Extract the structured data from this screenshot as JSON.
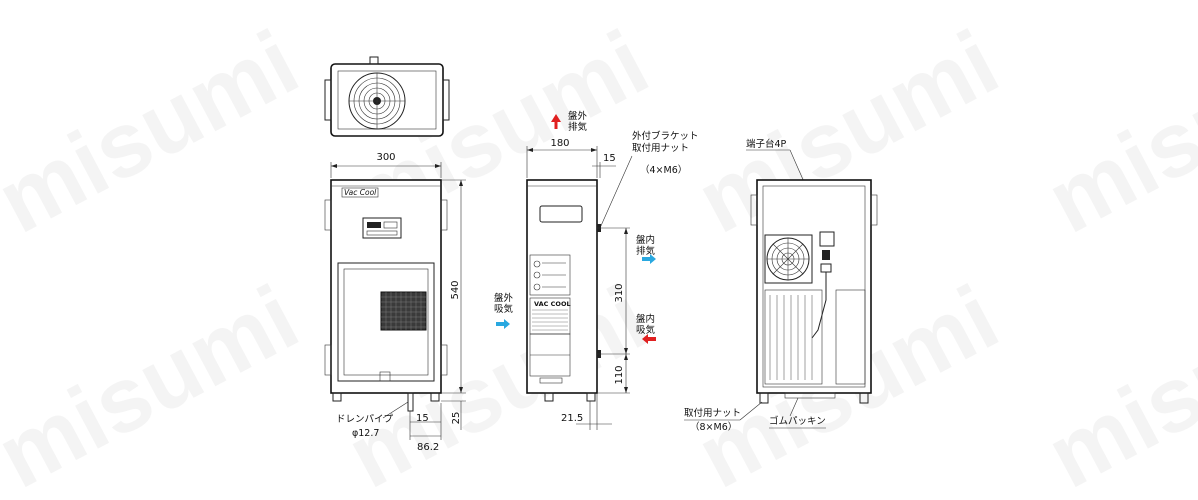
{
  "watermark": "misumi",
  "front": {
    "width_dim": "300",
    "height_dim": "540",
    "brand_label": "Vac Cool",
    "drain_label": "ドレンパイプ",
    "drain_size": "φ12.7",
    "dim_15": "15",
    "dim_25": "25",
    "dim_86_2": "86.2"
  },
  "side": {
    "depth_dim": "180",
    "bracket_dim": "15",
    "upper_dim": "310",
    "lower_dim": "110",
    "bottom_dim": "21.5",
    "top_exhaust": [
      "盤外",
      "排気"
    ],
    "outside_intake": [
      "盤外",
      "吸気"
    ],
    "inside_exhaust": [
      "盤内",
      "排気"
    ],
    "inside_intake": [
      "盤内",
      "吸気"
    ],
    "bracket_note": [
      "外付ブラケット",
      "取付用ナット",
      "（4×M6）"
    ],
    "plate_label": "VAC COOL"
  },
  "back": {
    "terminal_label": "端子台4P",
    "nut_label": "取付用ナット",
    "nut_size": "（8×M6）",
    "gasket_label": "ゴムパッキン"
  },
  "colors": {
    "hot_arrow": "#e02020",
    "cool_arrow": "#29a8e0"
  }
}
